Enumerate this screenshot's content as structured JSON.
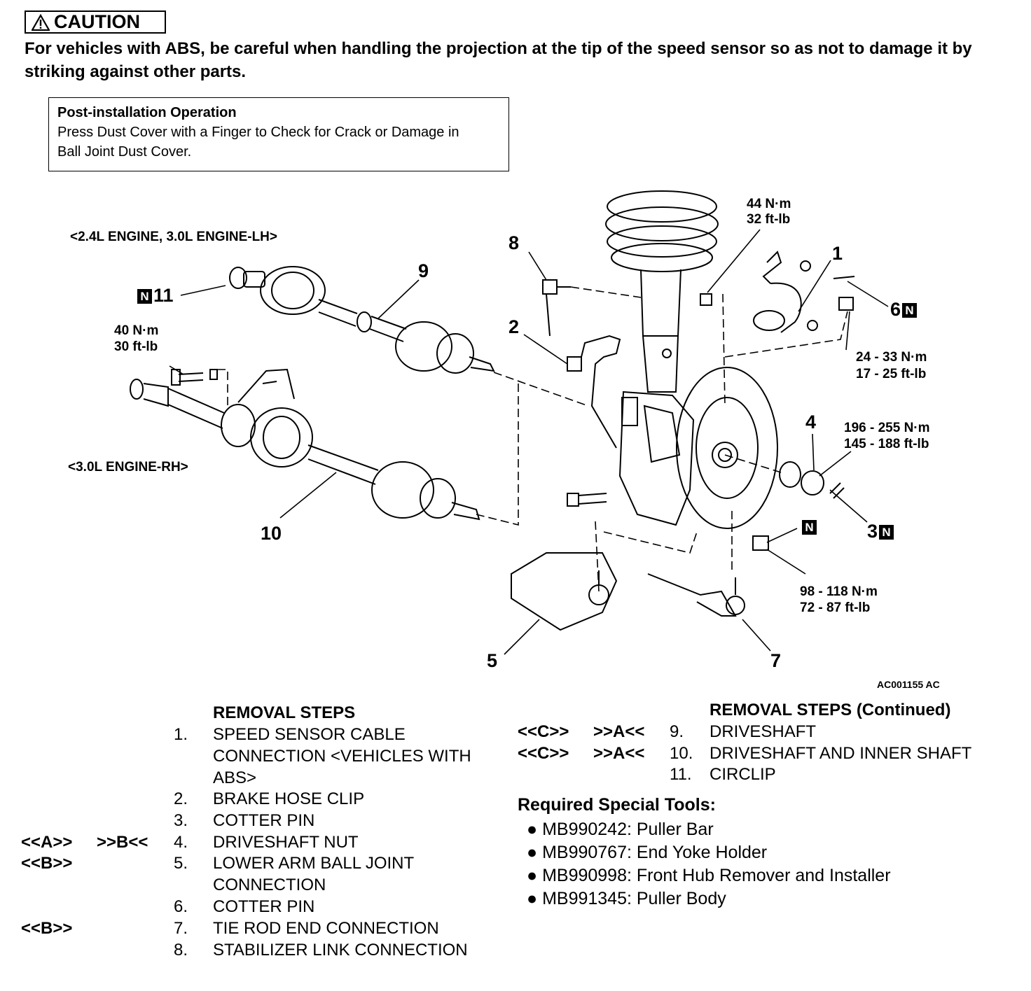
{
  "caution": {
    "title": "CAUTION",
    "text": "For vehicles with ABS, be careful when handling the projection at the tip of the speed sensor so as not to damage it by striking against other parts."
  },
  "post_installation": {
    "title": "Post-installation Operation",
    "text": "Press Dust Cover with a Finger to Check for Crack or Damage in Ball Joint Dust Cover."
  },
  "diagram": {
    "engine_lh_label": "<2.4L ENGINE, 3.0L ENGINE-LH>",
    "engine_rh_label": "<3.0L ENGINE-RH>",
    "new_part_badge": "N",
    "callouts": {
      "c1": "1",
      "c2": "2",
      "c3": "3",
      "c4": "4",
      "c5": "5",
      "c6": "6",
      "c7": "7",
      "c8": "8",
      "c9": "9",
      "c10": "10",
      "c11": "11"
    },
    "torques": {
      "t44_nm": "44 N·m",
      "t44_ft": "32 ft-lb",
      "t40_nm": "40 N·m",
      "t40_ft": "30 ft-lb",
      "t24_nm": "24 - 33 N·m",
      "t24_ft": "17 - 25 ft-lb",
      "t196_nm": "196 - 255 N·m",
      "t196_ft": "145 - 188 ft-lb",
      "t98_nm": "98 - 118 N·m",
      "t98_ft": "72 - 87 ft-lb"
    },
    "figure_code": "AC001155 AC"
  },
  "removal_steps": {
    "title": "REMOVAL STEPS",
    "items": [
      {
        "refs": [
          "",
          ""
        ],
        "num": "1.",
        "lines": [
          "SPEED SENSOR CABLE",
          "CONNECTION <VEHICLES WITH",
          "ABS>"
        ]
      },
      {
        "refs": [
          "",
          ""
        ],
        "num": "2.",
        "lines": [
          "BRAKE HOSE CLIP"
        ]
      },
      {
        "refs": [
          "",
          ""
        ],
        "num": "3.",
        "lines": [
          "COTTER PIN"
        ]
      },
      {
        "refs": [
          "<<A>>",
          ">>B<<"
        ],
        "num": "4.",
        "lines": [
          "DRIVESHAFT NUT"
        ]
      },
      {
        "refs": [
          "<<B>>",
          ""
        ],
        "num": "5.",
        "lines": [
          "LOWER ARM BALL JOINT",
          "CONNECTION"
        ]
      },
      {
        "refs": [
          "",
          ""
        ],
        "num": "6.",
        "lines": [
          "COTTER PIN"
        ]
      },
      {
        "refs": [
          "<<B>>",
          ""
        ],
        "num": "7.",
        "lines": [
          "TIE ROD END CONNECTION"
        ]
      },
      {
        "refs": [
          "",
          ""
        ],
        "num": "8.",
        "lines": [
          "STABILIZER LINK CONNECTION"
        ]
      }
    ]
  },
  "removal_steps_continued": {
    "title": "REMOVAL STEPS (Continued)",
    "items": [
      {
        "refs": [
          "<<C>>",
          ">>A<<"
        ],
        "num": "9.",
        "text": "DRIVESHAFT"
      },
      {
        "refs": [
          "<<C>>",
          ">>A<<"
        ],
        "num": "10.",
        "text": "DRIVESHAFT AND INNER SHAFT"
      },
      {
        "refs": [
          "",
          ""
        ],
        "num": "11.",
        "text": "CIRCLIP"
      }
    ]
  },
  "special_tools": {
    "title": "Required Special Tools:",
    "items": [
      "MB990242: Puller Bar",
      "MB990767: End Yoke Holder",
      "MB990998: Front Hub Remover and Installer",
      "MB991345: Puller Body"
    ]
  }
}
